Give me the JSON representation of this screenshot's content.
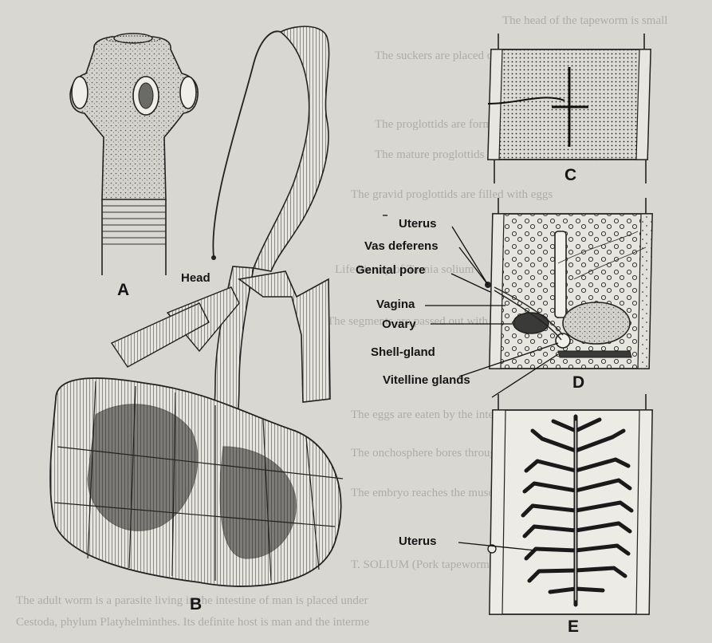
{
  "background_text": [
    "The head of the tapeworm is small",
    "The suckers are placed on the head of the worm",
    "The proglottids are formed by budding",
    "The mature proglottids contain both sets of organs",
    "The gravid proglottids are filled with eggs",
    "Life history of Taenia solium",
    "The segments are passed out with the faeces",
    "The eggs are eaten by the intermediate host",
    "The onchosphere bores through the intestine",
    "The embryo reaches the muscles and develops",
    "T. SOLIUM (Pork tapeworm)",
    "The adult worm is a parasite living in the intestine of man is placed under",
    "Cestoda, phylum Platyhelminthes. Its definite host is man and the interme"
  ],
  "labels": {
    "head": "Head",
    "uterus_d": "Uterus",
    "vas_deferens": "Vas deferens",
    "genital_pore": "Genital pore",
    "vagina": "Vagina",
    "ovary": "Ovary",
    "shell_gland": "Shell-gland",
    "vitelline_glands": "Vitelline glands",
    "uterus_e": "Uterus"
  },
  "panel_letters": {
    "a": "A",
    "b": "B",
    "c": "C",
    "d": "D",
    "e": "E"
  }
}
